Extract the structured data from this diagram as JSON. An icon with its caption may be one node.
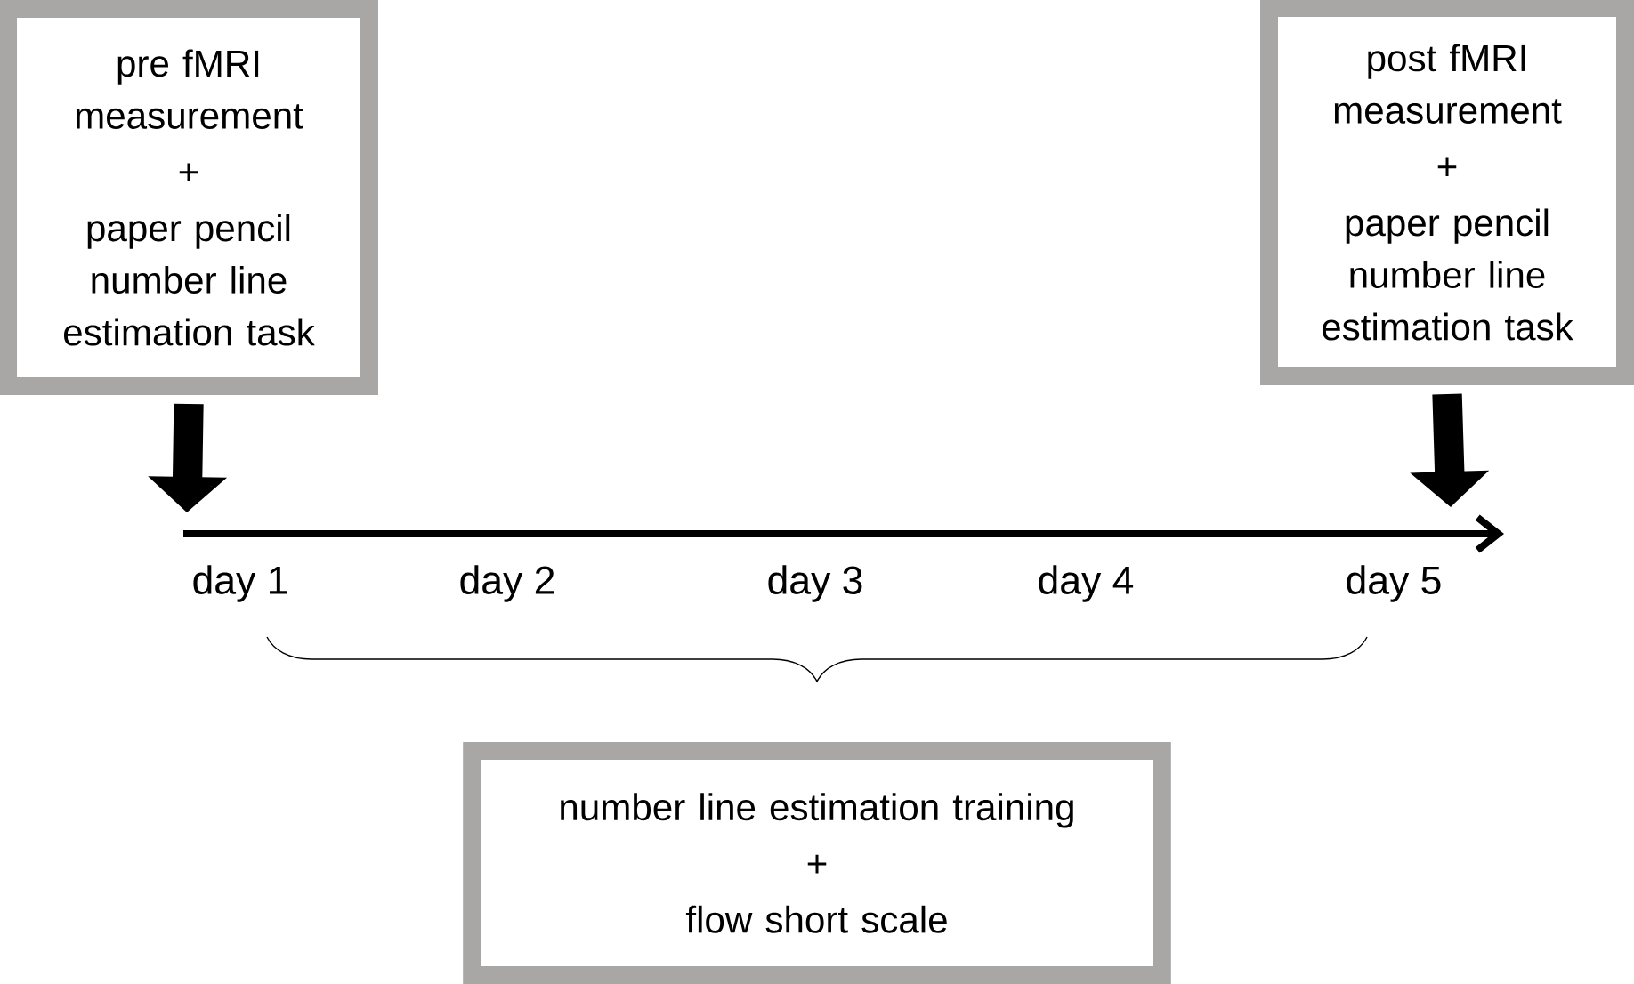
{
  "diagram": {
    "nodes": [
      {
        "text": [
          "pre fMRI measurement",
          "+",
          "paper pencil number line estimation task"
        ]
      },
      {
        "text": [
          "post fMRI measurement",
          "+",
          "paper pencil number line estimation task"
        ]
      },
      {
        "text": [
          "number line estimation training",
          "+",
          "flow short scale"
        ]
      }
    ],
    "edges": [
      {
        "from": 0,
        "to": null,
        "arrow": "to"
      },
      {
        "from": 1,
        "to": null,
        "arrow": "to"
      }
    ],
    "labels": [
      "day 1",
      "day 2",
      "day 3",
      "day 4",
      "day 5"
    ]
  }
}
